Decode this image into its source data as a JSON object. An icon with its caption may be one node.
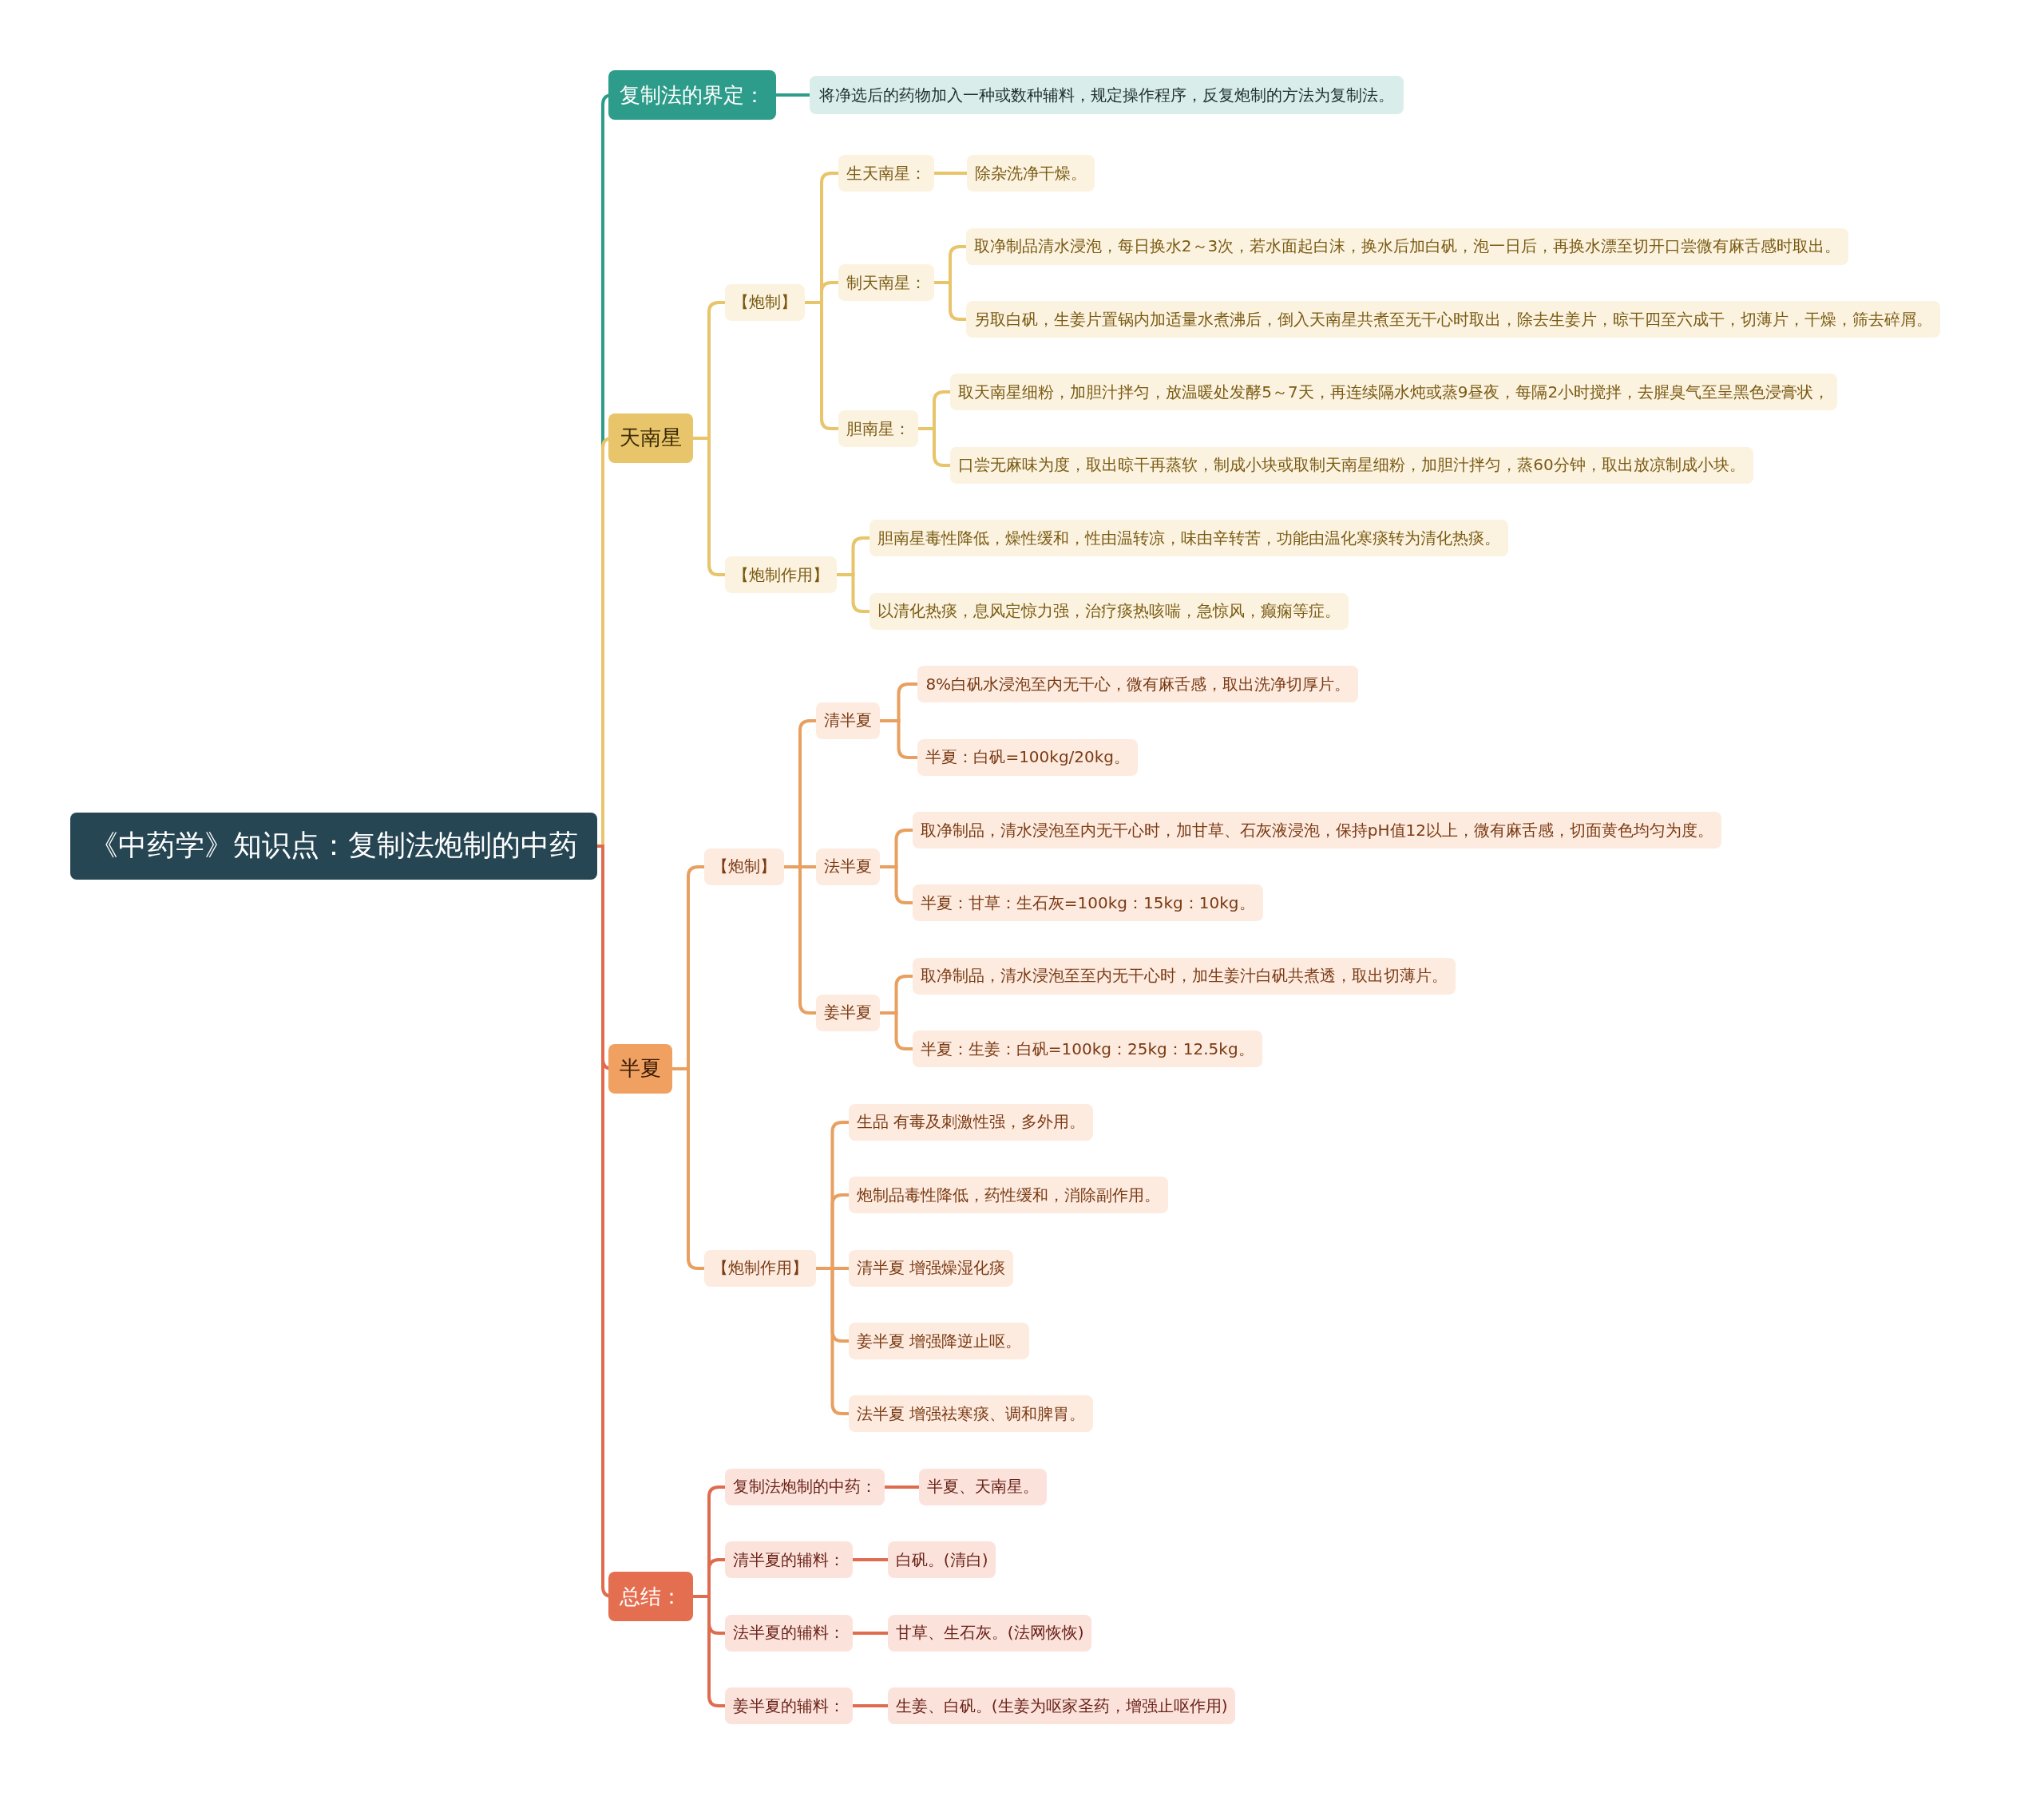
{
  "diagram": {
    "nodes": [
      {
        "text": [
          "《中药学》知识点：复制法炮制的中药"
        ]
      },
      {
        "text": [
          "复制法的界定："
        ]
      },
      {
        "text": [
          "将净选后的药物加入一种或数种辅料，规定操作程序，反复炮制的方法为复制法。"
        ]
      },
      {
        "text": [
          "天南星"
        ]
      },
      {
        "text": [
          "【炮制】"
        ]
      },
      {
        "text": [
          "生天南星："
        ]
      },
      {
        "text": [
          "除杂洗净干燥。"
        ]
      },
      {
        "text": [
          "制天南星："
        ]
      },
      {
        "text": [
          "取净制品清水浸泡，每日换水2～3次，若水面起白沫，换水后加白矾，泡一日后，再换水漂至切开口尝微有麻舌感时取出。"
        ]
      },
      {
        "text": [
          "另取白矾，生姜片置锅内加适量水煮沸后，倒入天南星共煮至无干心时取出，除去生姜片，晾干四至六成干，切薄片，干燥，筛去碎屑。"
        ]
      },
      {
        "text": [
          "胆南星："
        ]
      },
      {
        "text": [
          "取天南星细粉，加胆汁拌匀，放温暖处发酵5～7天，再连续隔水炖或蒸9昼夜，每隔2小时搅拌，去腥臭气至呈黑色浸膏状，"
        ]
      },
      {
        "text": [
          "口尝无麻味为度，取出晾干再蒸软，制成小块或取制天南星细粉，加胆汁拌匀，蒸60分钟，取出放凉制成小块。"
        ]
      },
      {
        "text": [
          "【炮制作用】"
        ]
      },
      {
        "text": [
          "胆南星毒性降低，燥性缓和，性由温转凉，味由辛转苦，功能由温化寒痰转为清化热痰。"
        ]
      },
      {
        "text": [
          "以清化热痰，息风定惊力强，治疗痰热咳喘，急惊风，癫痫等症。"
        ]
      },
      {
        "text": [
          "半夏"
        ]
      },
      {
        "text": [
          "【炮制】"
        ]
      },
      {
        "text": [
          "清半夏"
        ]
      },
      {
        "text": [
          "8%白矾水浸泡至内无干心，微有麻舌感，取出洗净切厚片。"
        ]
      },
      {
        "text": [
          "半夏：白矾=100kg/20kg。"
        ]
      },
      {
        "text": [
          "法半夏"
        ]
      },
      {
        "text": [
          "取净制品，清水浸泡至内无干心时，加甘草、石灰液浸泡，保持pH值12以上，微有麻舌感，切面黄色均匀为度。"
        ]
      },
      {
        "text": [
          "半夏：甘草：生石灰=100kg：15kg：10kg。"
        ]
      },
      {
        "text": [
          "姜半夏"
        ]
      },
      {
        "text": [
          "取净制品，清水浸泡至至内无干心时，加生姜汁白矾共煮透，取出切薄片。"
        ]
      },
      {
        "text": [
          "半夏：生姜：白矾=100kg：25kg：12.5kg。"
        ]
      },
      {
        "text": [
          "【炮制作用】"
        ]
      },
      {
        "text": [
          "生品 有毒及刺激性强，多外用。"
        ]
      },
      {
        "text": [
          "炮制品毒性降低，药性缓和，消除副作用。"
        ]
      },
      {
        "text": [
          "清半夏 增强燥湿化痰"
        ]
      },
      {
        "text": [
          "姜半夏 增强降逆止呕。"
        ]
      },
      {
        "text": [
          "法半夏 增强祛寒痰、调和脾胃。"
        ]
      },
      {
        "text": [
          "总结："
        ]
      },
      {
        "text": [
          "复制法炮制的中药："
        ]
      },
      {
        "text": [
          "半夏、天南星。"
        ]
      },
      {
        "text": [
          "清半夏的辅料："
        ]
      },
      {
        "text": [
          "白矾。(清白)"
        ]
      },
      {
        "text": [
          "法半夏的辅料："
        ]
      },
      {
        "text": [
          "甘草、生石灰。(法网恢恢)"
        ]
      },
      {
        "text": [
          "姜半夏的辅料："
        ]
      },
      {
        "text": [
          "生姜、白矾。(生姜为呕家圣药，增强止呕作用)"
        ]
      }
    ],
    "edges": [
      {
        "from": 0,
        "to": 1,
        "arrow": "none",
        "color": "#2e9c8a"
      },
      {
        "from": 1,
        "to": 2,
        "arrow": "none",
        "color": "#2e9c8a"
      },
      {
        "from": 0,
        "to": 3,
        "arrow": "none",
        "color": "#e8c46a"
      },
      {
        "from": 3,
        "to": 4,
        "arrow": "none",
        "color": "#e8c46a"
      },
      {
        "from": 4,
        "to": 5,
        "arrow": "none",
        "color": "#e8c46a"
      },
      {
        "from": 5,
        "to": 6,
        "arrow": "none",
        "color": "#e8c46a"
      },
      {
        "from": 4,
        "to": 7,
        "arrow": "none",
        "color": "#e8c46a"
      },
      {
        "from": 7,
        "to": 8,
        "arrow": "none",
        "color": "#e8c46a"
      },
      {
        "from": 7,
        "to": 9,
        "arrow": "none",
        "color": "#e8c46a"
      },
      {
        "from": 4,
        "to": 10,
        "arrow": "none",
        "color": "#e8c46a"
      },
      {
        "from": 10,
        "to": 11,
        "arrow": "none",
        "color": "#e8c46a"
      },
      {
        "from": 10,
        "to": 12,
        "arrow": "none",
        "color": "#e8c46a"
      },
      {
        "from": 3,
        "to": 13,
        "arrow": "none",
        "color": "#e8c46a"
      },
      {
        "from": 13,
        "to": 14,
        "arrow": "none",
        "color": "#e8c46a"
      },
      {
        "from": 13,
        "to": 15,
        "arrow": "none",
        "color": "#e8c46a"
      },
      {
        "from": 0,
        "to": 16,
        "arrow": "none",
        "color": "#e06c50"
      },
      {
        "from": 16,
        "to": 17,
        "arrow": "none",
        "color": "#e8a060"
      },
      {
        "from": 17,
        "to": 18,
        "arrow": "none",
        "color": "#e8a060"
      },
      {
        "from": 18,
        "to": 19,
        "arrow": "none",
        "color": "#e8a060"
      },
      {
        "from": 18,
        "to": 20,
        "arrow": "none",
        "color": "#e8a060"
      },
      {
        "from": 17,
        "to": 21,
        "arrow": "none",
        "color": "#e8a060"
      },
      {
        "from": 21,
        "to": 22,
        "arrow": "none",
        "color": "#e8a060"
      },
      {
        "from": 21,
        "to": 23,
        "arrow": "none",
        "color": "#e8a060"
      },
      {
        "from": 17,
        "to": 24,
        "arrow": "none",
        "color": "#e8a060"
      },
      {
        "from": 24,
        "to": 25,
        "arrow": "none",
        "color": "#e8a060"
      },
      {
        "from": 24,
        "to": 26,
        "arrow": "none",
        "color": "#e8a060"
      },
      {
        "from": 16,
        "to": 27,
        "arrow": "none",
        "color": "#e8a060"
      },
      {
        "from": 27,
        "to": 28,
        "arrow": "none",
        "color": "#e8a060"
      },
      {
        "from": 27,
        "to": 29,
        "arrow": "none",
        "color": "#e8a060"
      },
      {
        "from": 27,
        "to": 30,
        "arrow": "none",
        "color": "#e8a060"
      },
      {
        "from": 27,
        "to": 31,
        "arrow": "none",
        "color": "#e8a060"
      },
      {
        "from": 27,
        "to": 32,
        "arrow": "none",
        "color": "#e8a060"
      },
      {
        "from": 0,
        "to": 33,
        "arrow": "none",
        "color": "#e06c50"
      },
      {
        "from": 33,
        "to": 34,
        "arrow": "none",
        "color": "#e06c50"
      },
      {
        "from": 34,
        "to": 35,
        "arrow": "none",
        "color": "#e06c50"
      },
      {
        "from": 33,
        "to": 36,
        "arrow": "none",
        "color": "#e06c50"
      },
      {
        "from": 36,
        "to": 37,
        "arrow": "none",
        "color": "#e06c50"
      },
      {
        "from": 33,
        "to": 38,
        "arrow": "none",
        "color": "#e06c50"
      },
      {
        "from": 38,
        "to": 39,
        "arrow": "none",
        "color": "#e06c50"
      },
      {
        "from": 33,
        "to": 40,
        "arrow": "none",
        "color": "#e06c50"
      },
      {
        "from": 40,
        "to": 41,
        "arrow": "none",
        "color": "#e06c50"
      }
    ]
  }
}
